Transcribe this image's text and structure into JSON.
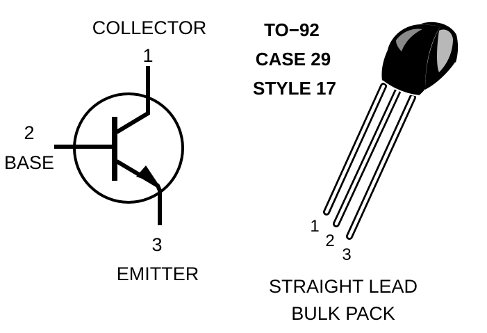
{
  "symbol": {
    "collector_label": "COLLECTOR",
    "collector_pin": "1",
    "base_pin": "2",
    "base_label": "BASE",
    "emitter_pin": "3",
    "emitter_label": "EMITTER"
  },
  "package": {
    "line1": "TO−92",
    "line2": "CASE 29",
    "line3": "STYLE 17",
    "lead_pins": [
      "1",
      "2",
      "3"
    ],
    "caption_line1": "STRAIGHT LEAD",
    "caption_line2": "BULK PACK"
  }
}
